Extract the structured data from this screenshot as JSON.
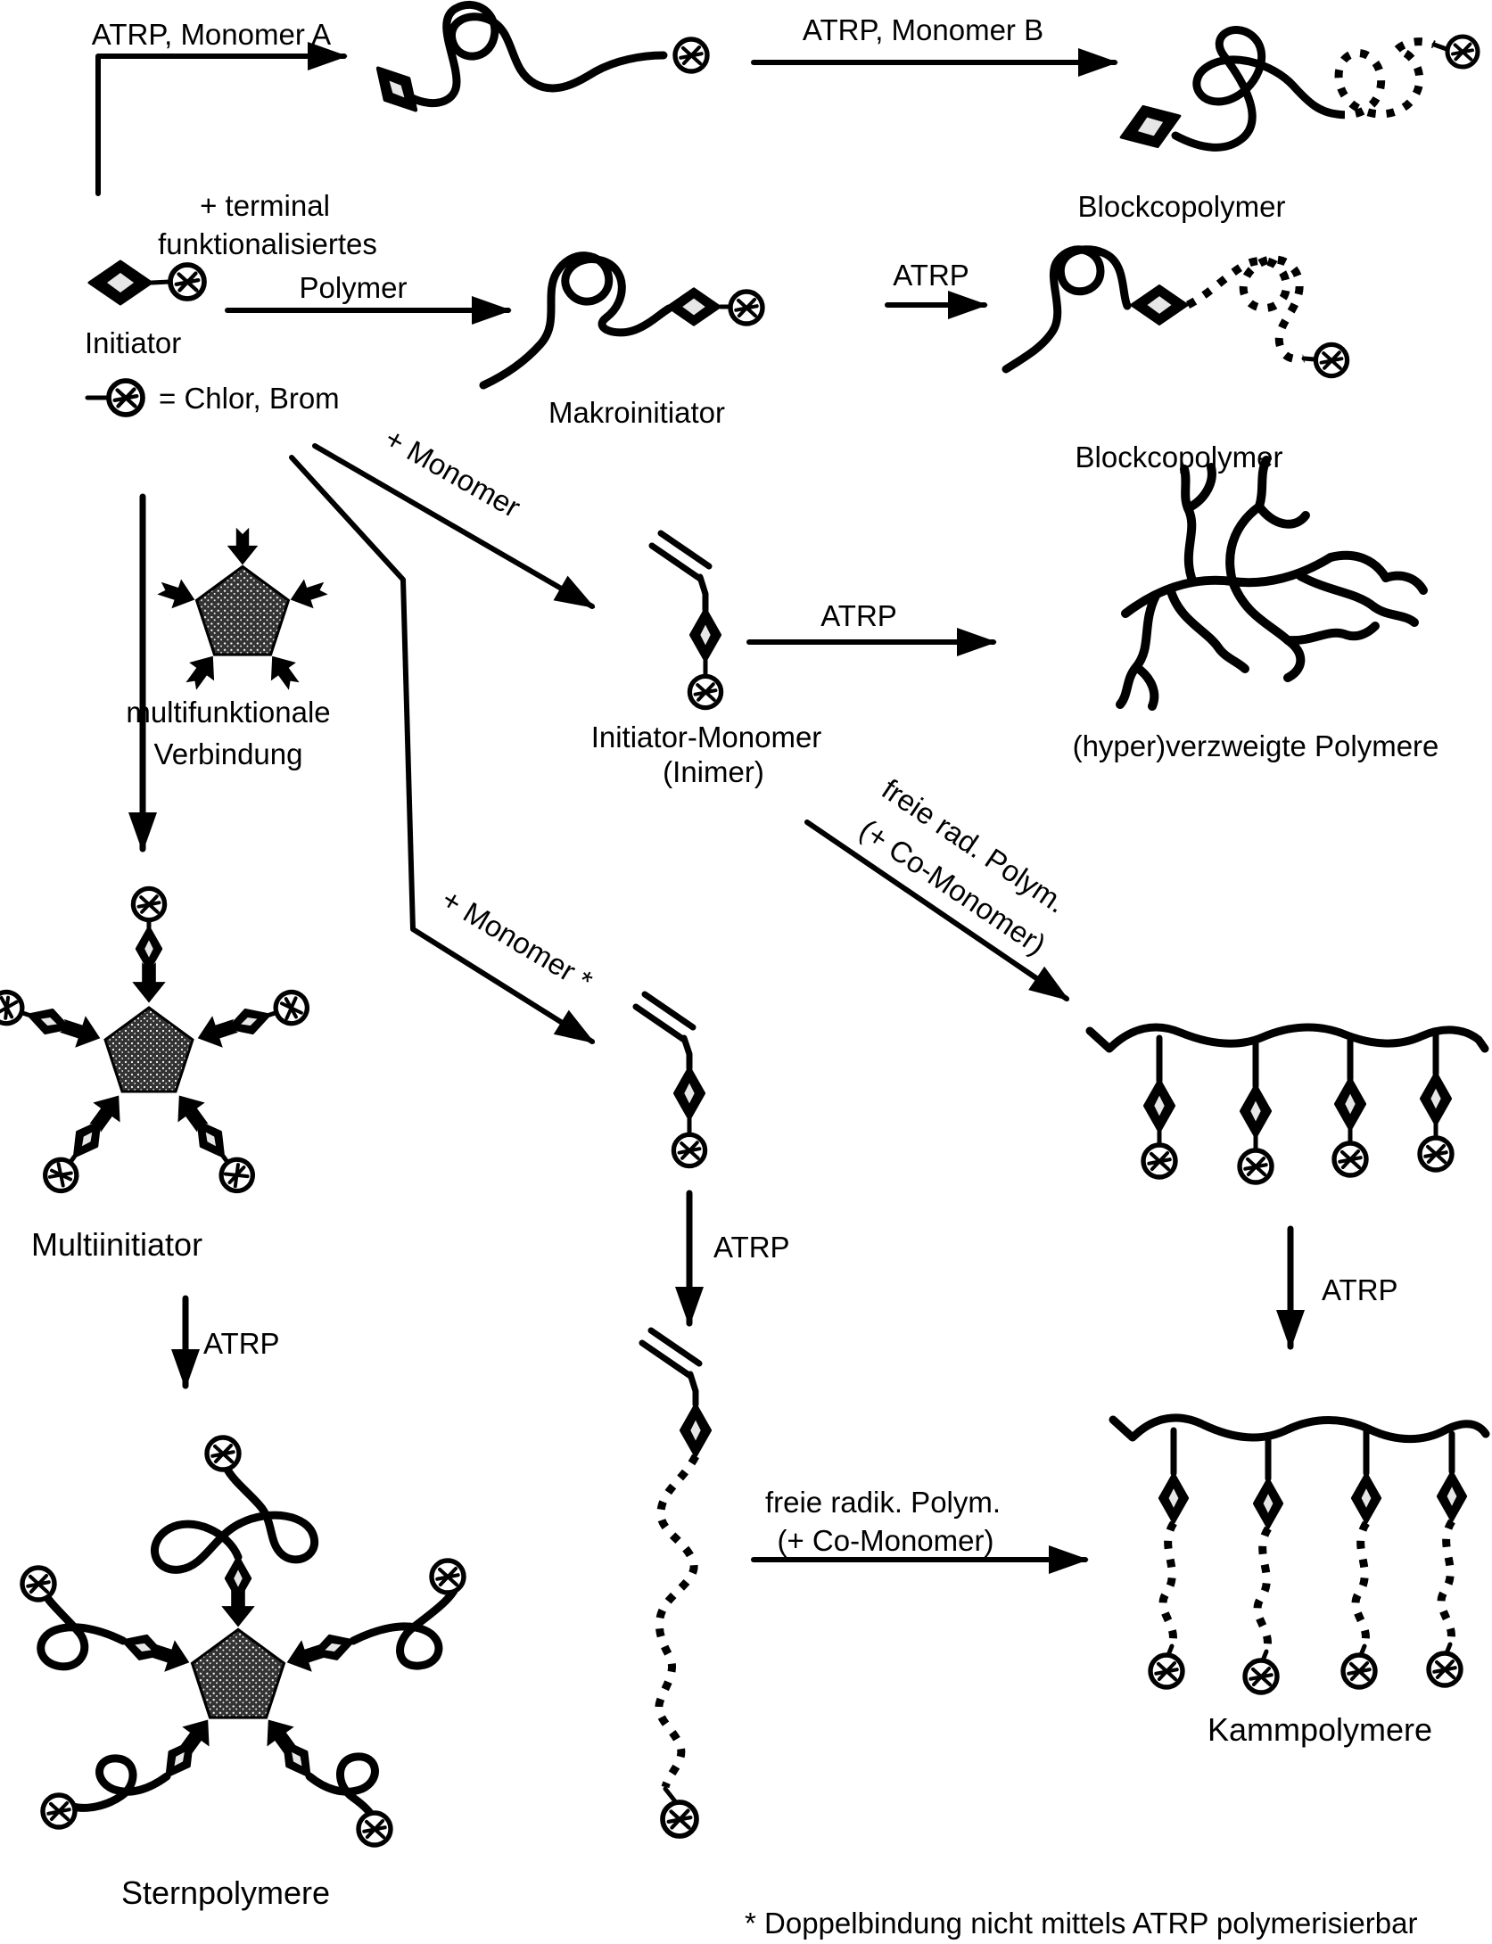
{
  "diagram": {
    "labels": {
      "atrp_monomer_a": "ATRP, Monomer A",
      "atrp_monomer_b": "ATRP, Monomer B",
      "blockcopolymer_top": "Blockcopolymer",
      "terminal_1": "+ terminal",
      "terminal_2": "funktionalisiertes",
      "terminal_3": "Polymer",
      "initiator": "Initiator",
      "halogen_legend": "= Chlor, Brom",
      "makroinitiator": "Makroinitiator",
      "atrp_block": "ATRP",
      "blockcopolymer_mid": "Blockcopolymer",
      "plus_monomer": "+ Monomer",
      "inimer_1": "Initiator-Monomer",
      "inimer_2": "(Inimer)",
      "atrp_hyper": "ATRP",
      "hyperbranched": "(hyper)verzweigte Polymere",
      "multifunctional_1": "multifunktionale",
      "multifunctional_2": "Verbindung",
      "freie_rad_1": "freie rad. Polym.",
      "freie_rad_2": "(+ Co-Monomer)",
      "plus_monomer_star": "+ Monomer *",
      "multiinitiator": "Multiinitiator",
      "atrp_star": "ATRP",
      "sternpolymere": "Sternpolymere",
      "atrp_macro": "ATRP",
      "freie_radik_1": "freie radik. Polym.",
      "freie_radik_2": "(+ Co-Monomer)",
      "atrp_kamm": "ATRP",
      "kammpolymere": "Kammpolymere",
      "footnote": "* Doppelbindung nicht mittels ATRP polymerisierbar"
    },
    "colors": {
      "ink": "#000000",
      "paper": "#ffffff"
    }
  }
}
